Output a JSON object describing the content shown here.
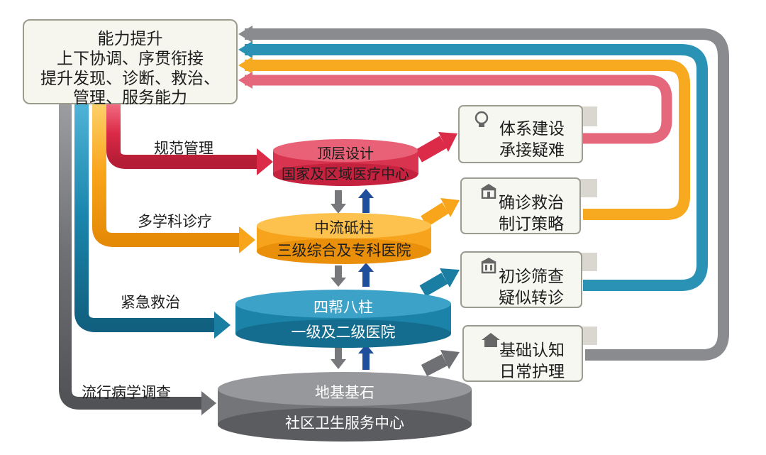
{
  "capability_box": {
    "line1": "能力提升",
    "line2": "上下协调、序贯衔接",
    "line3": "提升发现、诊断、救治、",
    "line4": "管理、服务能力"
  },
  "flows": {
    "standard_management": "规范管理",
    "multidisciplinary": "多学科诊疗",
    "emergency": "紧急救治",
    "epidemiology": "流行病学调查"
  },
  "tiers": [
    {
      "title": "顶层设计",
      "subtitle": "国家及区域医疗中心"
    },
    {
      "title": "中流砥柱",
      "subtitle": "三级综合及专科医院"
    },
    {
      "title": "四帮八柱",
      "subtitle": "一级及二级医院"
    },
    {
      "title": "地基基石",
      "subtitle": "社区卫生服务中心"
    }
  ],
  "roles": [
    {
      "line1": "体系建设",
      "line2": "承接疑难",
      "icon": "lightbulb-icon"
    },
    {
      "line1": "确诊救治",
      "line2": "制订策略",
      "icon": "hospital-icon"
    },
    {
      "line1": "初诊筛查",
      "line2": "疑似转诊",
      "icon": "clinic-icon"
    },
    {
      "line1": "基础认知",
      "line2": "日常护理",
      "icon": "house-icon"
    }
  ],
  "colors": {
    "red": "#dc2b48",
    "orange": "#f9a51b",
    "teal": "#1a7ea3",
    "gray": "#77787b",
    "navy": "#1f4f9c"
  }
}
